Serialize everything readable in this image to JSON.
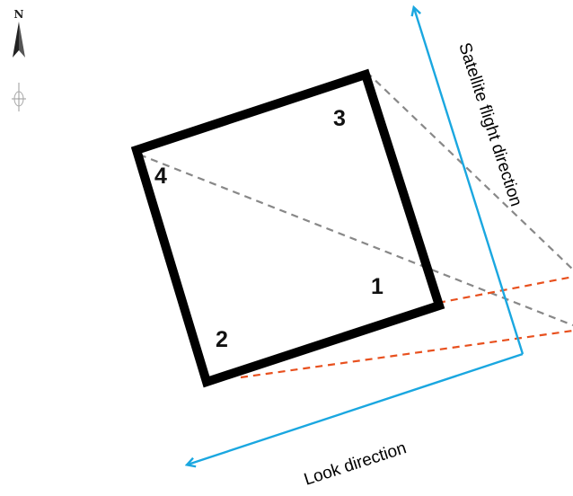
{
  "north_arrow": {
    "letter": "N",
    "icon": "north-arrow-icon"
  },
  "corners": [
    {
      "id": "1",
      "label": "1"
    },
    {
      "id": "2",
      "label": "2"
    },
    {
      "id": "3",
      "label": "3"
    },
    {
      "id": "4",
      "label": "4"
    }
  ],
  "satellite_flight": {
    "label": "Satellite flight direction",
    "color": "#1aa7e0"
  },
  "look": {
    "label": "Look direction",
    "color": "#1aa7e0"
  },
  "colors": {
    "footprint": "#000000",
    "gray_rays": "#888888",
    "red_rays": "#e8501e",
    "arrows": "#1aa7e0"
  }
}
